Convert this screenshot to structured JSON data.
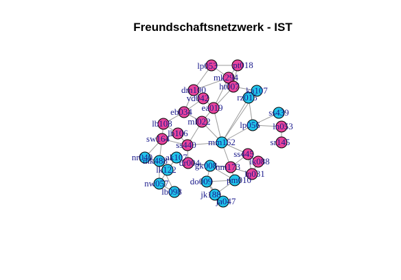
{
  "title": "Freundschaftsnetzwerk - IST",
  "colors": {
    "female": "#e8449c",
    "male": "#22c4ea",
    "edge": "#9a9a9a",
    "label": "#1a1a8c",
    "outline": "#000000"
  },
  "nodes": [
    {
      "id": "lp053",
      "group": "female"
    },
    {
      "id": "pt018",
      "group": "female"
    },
    {
      "id": "mk294",
      "group": "female"
    },
    {
      "id": "ht007",
      "group": "female"
    },
    {
      "id": "ka107",
      "group": "male"
    },
    {
      "id": "dm100",
      "group": "female"
    },
    {
      "id": "vd042",
      "group": "female"
    },
    {
      "id": "rz015",
      "group": "male"
    },
    {
      "id": "ea019",
      "group": "female"
    },
    {
      "id": "eb034",
      "group": "female"
    },
    {
      "id": "ss439",
      "group": "male"
    },
    {
      "id": "lb108",
      "group": "female"
    },
    {
      "id": "ml022",
      "group": "female"
    },
    {
      "id": "lp056",
      "group": "male"
    },
    {
      "id": "ln053",
      "group": "female"
    },
    {
      "id": "lb106",
      "group": "female"
    },
    {
      "id": "sw164",
      "group": "female"
    },
    {
      "id": "ss440",
      "group": "female"
    },
    {
      "id": "mm162",
      "group": "male"
    },
    {
      "id": "sr145",
      "group": "female"
    },
    {
      "id": "ss445",
      "group": "female"
    },
    {
      "id": "nr040",
      "group": "male"
    },
    {
      "id": "ak107",
      "group": "male"
    },
    {
      "id": "mk488",
      "group": "male"
    },
    {
      "id": "dr004",
      "group": "female"
    },
    {
      "id": "lk088",
      "group": "female"
    },
    {
      "id": "lk122",
      "group": "male"
    },
    {
      "id": "gk008",
      "group": "male"
    },
    {
      "id": "nm173",
      "group": "female"
    },
    {
      "id": "ln031",
      "group": "female"
    },
    {
      "id": "do009",
      "group": "male"
    },
    {
      "id": "pm010",
      "group": "male"
    },
    {
      "id": "nw057",
      "group": "male"
    },
    {
      "id": "lb098",
      "group": "male"
    },
    {
      "id": "jk188",
      "group": "male"
    },
    {
      "id": "ja047",
      "group": "male"
    }
  ],
  "edges": [
    [
      "lp053",
      "pt018"
    ],
    [
      "lp053",
      "mk294"
    ],
    [
      "pt018",
      "mk294"
    ],
    [
      "mk294",
      "ht007"
    ],
    [
      "pt018",
      "ht007"
    ],
    [
      "ht007",
      "ka107"
    ],
    [
      "ka107",
      "rz015"
    ],
    [
      "dm100",
      "vd042"
    ],
    [
      "dm100",
      "mk294"
    ],
    [
      "vd042",
      "ea019"
    ],
    [
      "dm100",
      "eb034"
    ],
    [
      "vd042",
      "eb034"
    ],
    [
      "eb034",
      "lb108"
    ],
    [
      "lb108",
      "lb106"
    ],
    [
      "lb106",
      "sw164"
    ],
    [
      "sw164",
      "ss440"
    ],
    [
      "ea019",
      "ml022"
    ],
    [
      "ml022",
      "mm162"
    ],
    [
      "mm162",
      "lp056"
    ],
    [
      "lp056",
      "ss439"
    ],
    [
      "lp056",
      "ln053"
    ],
    [
      "ln053",
      "sr145"
    ],
    [
      "lp056",
      "rz015"
    ],
    [
      "mm162",
      "ss445"
    ],
    [
      "ss445",
      "lk088"
    ],
    [
      "ss445",
      "ln031"
    ],
    [
      "mm162",
      "nm173"
    ],
    [
      "nm173",
      "gk008"
    ],
    [
      "gk008",
      "do009"
    ],
    [
      "do009",
      "pm010"
    ],
    [
      "pm010",
      "jk188"
    ],
    [
      "jk188",
      "ja047"
    ],
    [
      "do009",
      "ja047"
    ],
    [
      "nm173",
      "pm010"
    ],
    [
      "dr004",
      "gk008"
    ],
    [
      "ak107",
      "dr004"
    ],
    [
      "ak107",
      "mk488"
    ],
    [
      "nr040",
      "mk488"
    ],
    [
      "mk488",
      "lk122"
    ],
    [
      "lk122",
      "nw057"
    ],
    [
      "nw057",
      "lb098"
    ],
    [
      "sw164",
      "mk488"
    ],
    [
      "sw164",
      "nr040"
    ],
    [
      "ss440",
      "dr004"
    ],
    [
      "ml022",
      "ss440"
    ],
    [
      "ht007",
      "ea019"
    ],
    [
      "ka107",
      "mm162"
    ],
    [
      "mk294",
      "ea019"
    ],
    [
      "ea019",
      "mm162"
    ],
    [
      "lb106",
      "ss440"
    ],
    [
      "nm173",
      "ln031"
    ],
    [
      "gk008",
      "pm010"
    ],
    [
      "dr004",
      "nm173"
    ],
    [
      "ak107",
      "lk122"
    ],
    [
      "lb098",
      "mk488"
    ],
    [
      "jk188",
      "do009"
    ],
    [
      "ss445",
      "nm173"
    ],
    [
      "lk088",
      "ln031"
    ],
    [
      "rz015",
      "mm162"
    ],
    [
      "eb034",
      "ml022"
    ],
    [
      "sw164",
      "lb108"
    ],
    [
      "lp053",
      "dm100"
    ],
    [
      "ss440",
      "mm162"
    ],
    [
      "mk488",
      "nw057"
    ],
    [
      "lk122",
      "ak107"
    ]
  ]
}
